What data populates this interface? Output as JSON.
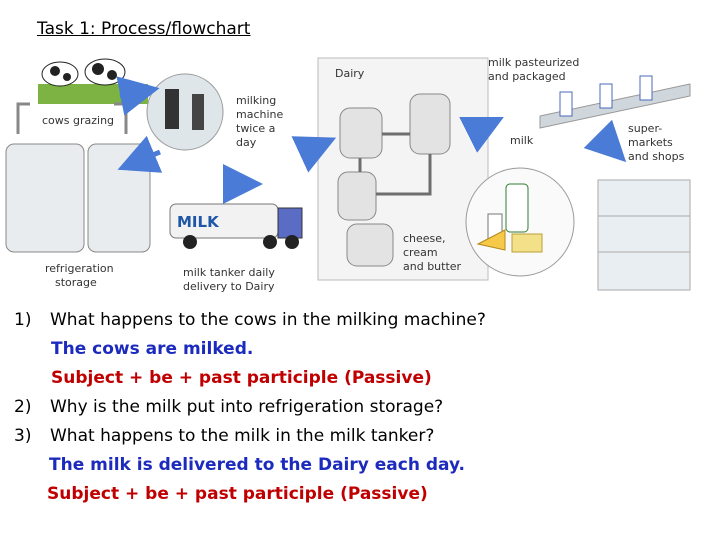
{
  "title": "Task 1: Process/flowchart",
  "diagram": {
    "cows_grazing": "cows grazing",
    "milking_machine": [
      "milking",
      "machine",
      "twice a",
      "day"
    ],
    "refrigeration_storage": [
      "refrigeration",
      "storage"
    ],
    "milk_tanker_label": [
      "milk tanker daily",
      "delivery to Dairy"
    ],
    "truck_text": "MILK",
    "dairy": "Dairy",
    "milk_pasteurized": [
      "milk pasteurized",
      "and packaged"
    ],
    "milk": "milk",
    "supermarkets": [
      "super-",
      "markets",
      "and shops"
    ],
    "cheese_cream_butter": [
      "cheese,",
      "cream",
      "and butter"
    ]
  },
  "questions": [
    {
      "num": "1)",
      "text": "What happens to the cows in the milking machine?",
      "answer": "The cows are milked.",
      "rule": "Subject + be + past participle (Passive)"
    },
    {
      "num": "2)",
      "text": "Why is the milk put into refrigeration storage?"
    },
    {
      "num": "3)",
      "text": "What happens to the milk in the milk tanker?",
      "answer": "The milk is delivered to the Dairy each day.",
      "rule": "Subject + be + past participle (Passive)"
    }
  ],
  "colors": {
    "answer": "#1c2bbd",
    "rule": "#c00000",
    "arrow": "#4a7bd6"
  }
}
